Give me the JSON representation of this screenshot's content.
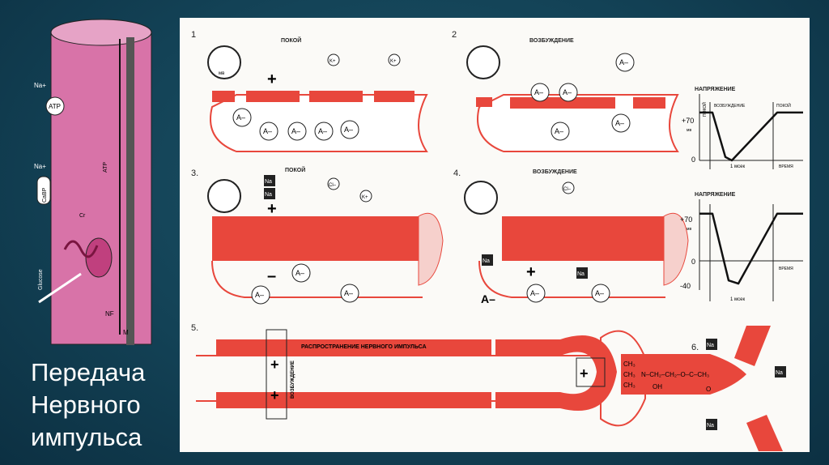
{
  "slide": {
    "title_lines": [
      "Передача",
      "Нервного",
      "импульса"
    ]
  },
  "cell_image": {
    "labels": [
      "Na+",
      "ATP",
      "Na+",
      "Glucose",
      "NF",
      "M",
      "ATP",
      "CaBP",
      "Cr"
    ]
  },
  "diagram": {
    "panel1": {
      "number": "1",
      "label": "ПОКОЙ"
    },
    "panel2": {
      "number": "2",
      "label": "ВОЗБУЖДЕНИЕ"
    },
    "panel3": {
      "number": "3.",
      "label": "ПОКОЙ"
    },
    "panel4": {
      "number": "4.",
      "label": "ВОЗБУЖДЕНИЕ"
    },
    "panel5": {
      "number": "5.",
      "propagation": "РАСПРОСТРАНЕНИЕ НЕРВНОГО ИМПУЛЬСА",
      "excitation": "ВОЗБУЖДЕНИЕ"
    },
    "panel6": {
      "number": "6.",
      "formula_main": "N–CH₂–CH₂–O–C–CH₃",
      "ch3": "CH₃",
      "oh": "OH",
      "o": "O"
    },
    "ions": {
      "anion": "A–",
      "potassium": "K+",
      "sodium": "Na",
      "chloride": "Cl–",
      "plus": "+",
      "minus": "–"
    },
    "meter_unit": "мв"
  },
  "chart_data": [
    {
      "type": "line",
      "title": "",
      "ylabel": "НАПРЯЖЕНИЕ",
      "xlabel": "ВРЕМЯ",
      "phase_labels": [
        "ПОКОЙ",
        "ВОЗБУЖДЕНИЕ",
        "ПОКОЙ"
      ],
      "y_ticks": [
        "+70",
        "0"
      ],
      "y_unit": "мв",
      "duration_label": "1 мсек",
      "x": [
        0,
        0.2,
        0.4,
        0.5,
        1.2,
        1.6
      ],
      "y": [
        70,
        70,
        5,
        0,
        70,
        70
      ],
      "ylim": [
        0,
        90
      ]
    },
    {
      "type": "line",
      "title": "",
      "ylabel": "НАПРЯЖЕНИЕ",
      "xlabel": "ВРЕМЯ",
      "y_ticks": [
        "+70",
        "0",
        "-40"
      ],
      "y_unit": "мв",
      "duration_label": "1 мсек",
      "x": [
        0,
        0.2,
        0.45,
        0.6,
        1.2,
        1.6
      ],
      "y": [
        70,
        70,
        -35,
        -40,
        70,
        70
      ],
      "ylim": [
        -50,
        90
      ]
    }
  ],
  "colors": {
    "accent_red": "#e8473c",
    "pink": "#d96fa6",
    "bg": "#134256"
  }
}
